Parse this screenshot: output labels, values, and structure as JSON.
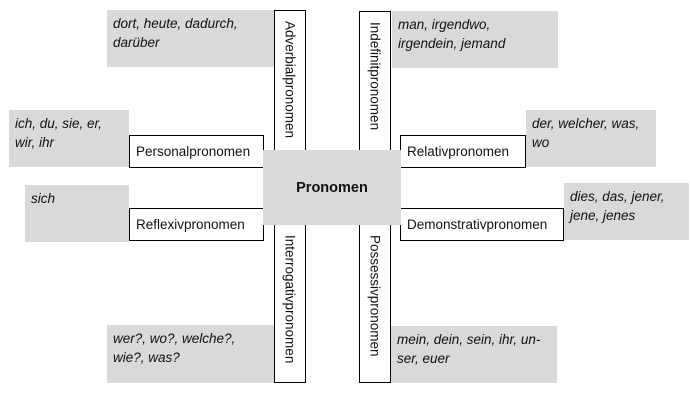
{
  "center": "Pronomen",
  "vertical": {
    "adverbial": "Adverbialpronomen",
    "indefinit": "Indefinitpronomen",
    "interrogativ": "Interrogativpronomen",
    "possessiv": "Possessivpronomen"
  },
  "boxes": {
    "personal": "Personalpronomen",
    "reflexiv": "Reflexivpronomen",
    "relativ": "Relativpronomen",
    "demonstrativ": "Demonstrativpronomen"
  },
  "examples": {
    "adverbial": [
      "dort, heute, dadurch,",
      "darüber"
    ],
    "indefinit": [
      "man, irgendwo,",
      "irgendein, jemand"
    ],
    "personal": [
      "ich, du, sie, er,",
      "wir, ihr"
    ],
    "reflexiv": [
      "sich"
    ],
    "relativ": [
      "der, welcher, was,",
      "wo"
    ],
    "demonstrativ": [
      "dies, das, jener,",
      "jene, jenes"
    ],
    "interrogativ": [
      "wer?, wo?, welche?,",
      "wie?, was?"
    ],
    "possessiv": [
      "mein, dein, sein, ihr, un-",
      "ser, euer"
    ]
  }
}
